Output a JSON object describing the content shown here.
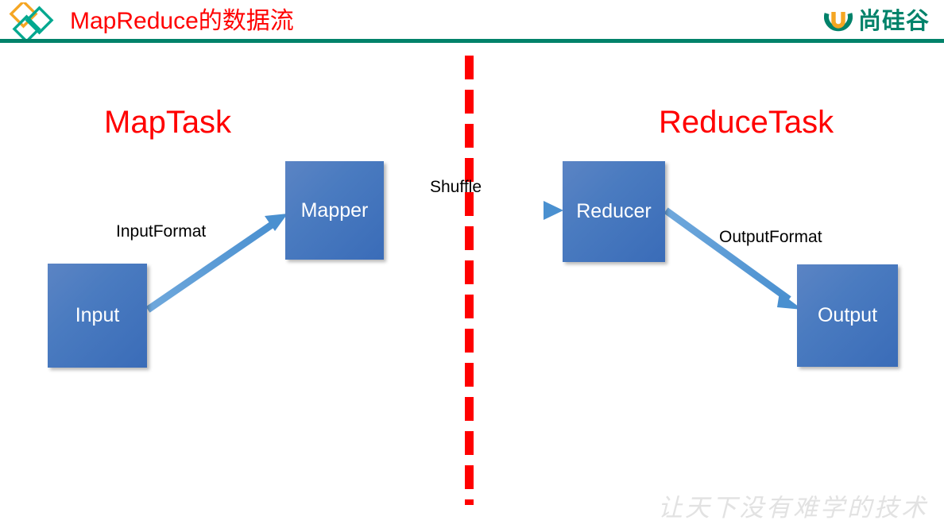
{
  "header": {
    "title": "MapReduce的数据流",
    "brand_text": "尚硅谷",
    "brand_mark_name": "shang-gui-gu-u-logo",
    "left_logo_name": "diamonds-logo",
    "rule_color": "#00826A",
    "title_color": "#FF0000"
  },
  "diagram": {
    "headings": [
      {
        "id": "maptask",
        "label": "MapTask",
        "color": "#FF0000"
      },
      {
        "id": "reducetask",
        "label": "ReduceTask",
        "color": "#FF0000"
      }
    ],
    "divider": {
      "name": "maptask-reducetask-divider",
      "color": "#FF0000",
      "style": "dashed-vertical"
    },
    "nodes": [
      {
        "id": "input",
        "label": "Input",
        "fill": "#4472C4"
      },
      {
        "id": "mapper",
        "label": "Mapper",
        "fill": "#4472C4"
      },
      {
        "id": "reducer",
        "label": "Reducer",
        "fill": "#4472C4"
      },
      {
        "id": "output",
        "label": "Output",
        "fill": "#4472C4"
      }
    ],
    "edges": [
      {
        "id": "input-to-mapper",
        "label": "InputFormat",
        "from": "input",
        "to": "mapper",
        "color": "#5B9BD5"
      },
      {
        "id": "mapper-to-reducer",
        "label": "Shuffle",
        "from": "mapper",
        "to": "reducer",
        "color": "#5B9BD5"
      },
      {
        "id": "reducer-to-output",
        "label": "OutputFormat",
        "from": "reducer",
        "to": "output",
        "color": "#5B9BD5"
      }
    ]
  },
  "watermark": {
    "text": "让天下没有难学的技术",
    "color": "#E2E2E2"
  }
}
